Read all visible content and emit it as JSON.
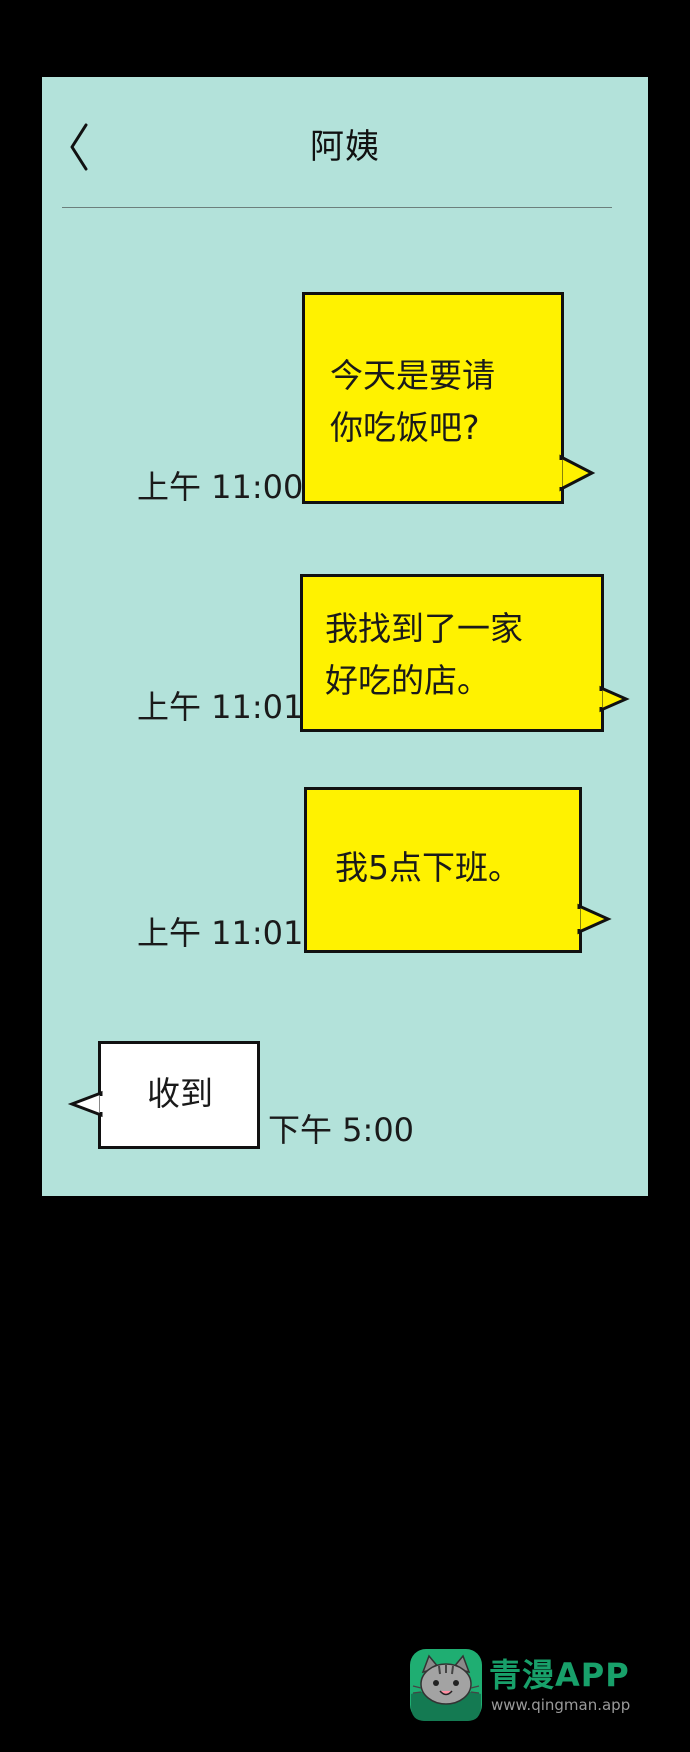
{
  "chat": {
    "title": "阿姨",
    "back_icon": "chevron-left-icon"
  },
  "messages": [
    {
      "direction": "outgoing",
      "lines": [
        "今天是要请",
        "你吃饭吧?"
      ],
      "time": "上午 11:00"
    },
    {
      "direction": "outgoing",
      "lines": [
        "我找到了一家",
        "好吃的店。"
      ],
      "time": "上午 11:01"
    },
    {
      "direction": "outgoing",
      "lines": [
        "我5点下班。"
      ],
      "time": "上午 11:01"
    },
    {
      "direction": "incoming",
      "lines": [
        "收到"
      ],
      "time": "下午 5:00"
    }
  ],
  "watermark": {
    "name": "青漫APP",
    "url": "www.qingman.app",
    "logo_icon": "cat-logo-icon"
  },
  "colors": {
    "page_background": "#000000",
    "chat_background": "#b3e2da",
    "outgoing_bubble": "#fff200",
    "incoming_bubble": "#ffffff",
    "bubble_border": "#111111",
    "watermark_green": "#18a06a"
  }
}
